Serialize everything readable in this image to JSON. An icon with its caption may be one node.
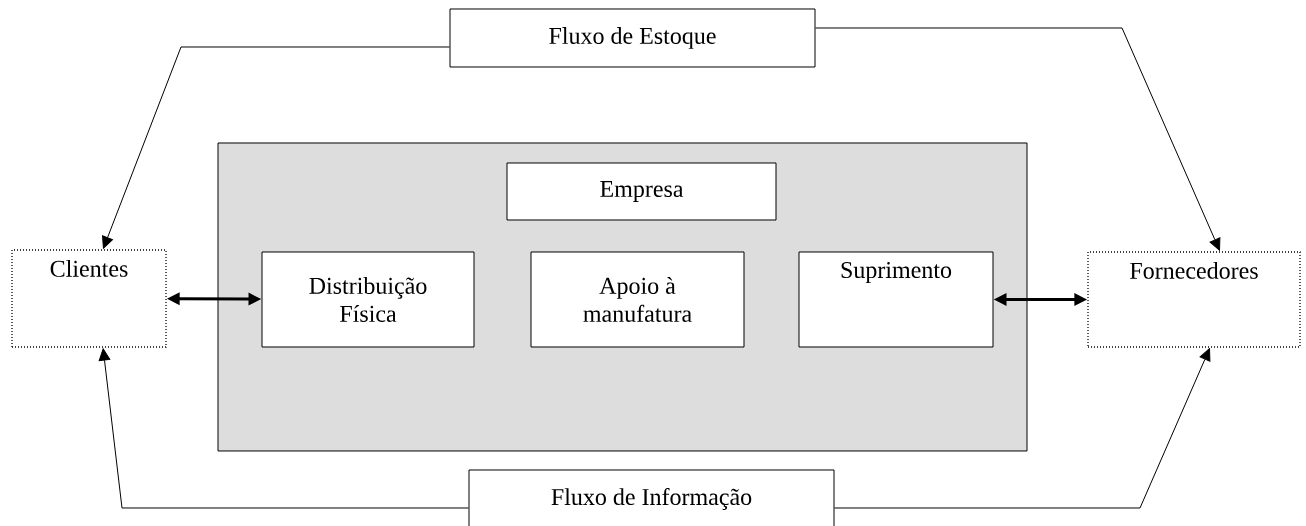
{
  "diagram": {
    "nodes": [
      {
        "text": [
          "Fluxo de Estoque"
        ]
      },
      {
        "text": [
          "Clientes"
        ]
      },
      {
        "text": [],
        "shape": "box"
      },
      {
        "text": [
          "Empresa"
        ],
        "in": 2
      },
      {
        "text": [
          "Distribuição Física"
        ],
        "in": 2
      },
      {
        "text": [
          "Apoio à manufatura"
        ],
        "in": 2
      },
      {
        "text": [
          "Suprimento"
        ],
        "in": 2
      },
      {
        "text": [
          "Fornecedores"
        ]
      },
      {
        "text": [
          "Fluxo de Informação"
        ]
      }
    ],
    "edges": [
      {
        "from": 0,
        "to": 1,
        "arrow": "to"
      },
      {
        "from": 0,
        "to": 7,
        "arrow": "to"
      },
      {
        "from": 1,
        "to": 4,
        "arrow": "both",
        "style": "thick"
      },
      {
        "from": 6,
        "to": 7,
        "arrow": "both",
        "style": "thick"
      },
      {
        "from": 8,
        "to": 1,
        "arrow": "to"
      },
      {
        "from": 8,
        "to": 7,
        "arrow": "to"
      }
    ]
  }
}
